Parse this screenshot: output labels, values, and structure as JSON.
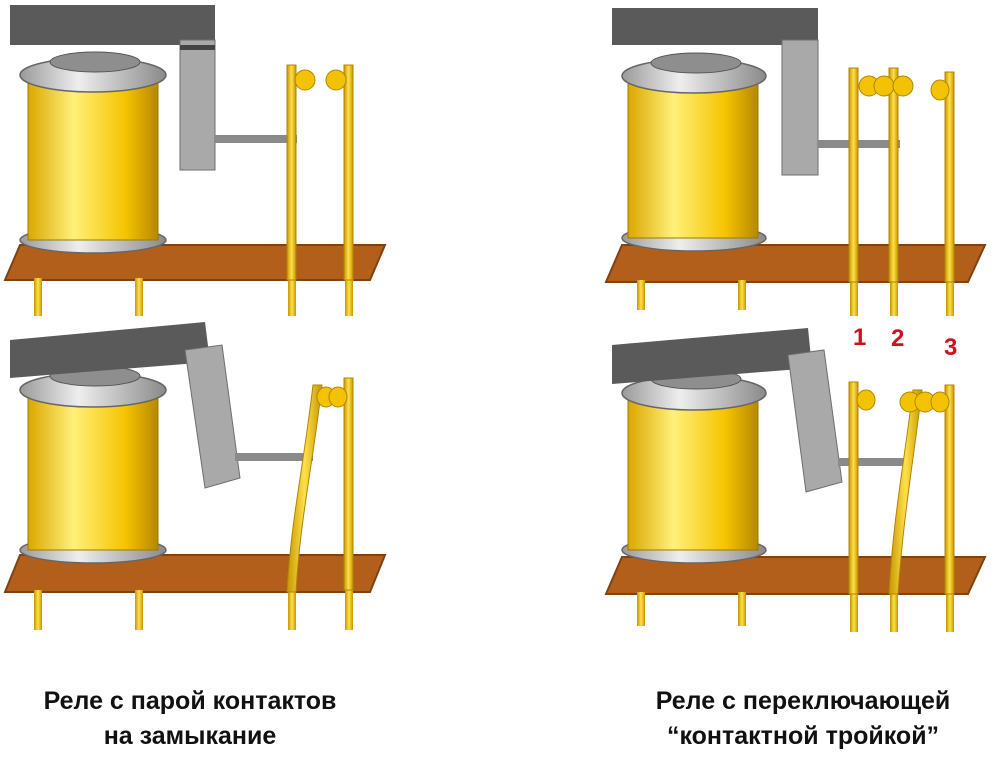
{
  "terminal_numbers": [
    "1",
    "2",
    "3"
  ],
  "captions": {
    "left": {
      "line1": "Реле с парой контактов",
      "line2": "на замыкание"
    },
    "right": {
      "line1": "Реле с переключающей",
      "line2": "“контактной тройкой”"
    }
  },
  "colors": {
    "coil": "#f5c400",
    "coil_highlight": "#fff07a",
    "coil_shadow": "#c99a00",
    "washer": "#c9c9c9",
    "core_top": "#8e8e8e",
    "yoke_front": "#a9a9a9",
    "yoke_top": "#5a5a5a",
    "board": "#b35f1c",
    "board_edge": "#7f4212",
    "pin": "#f0c000",
    "contact": "#f3c200",
    "number_red": "#d0101e"
  }
}
